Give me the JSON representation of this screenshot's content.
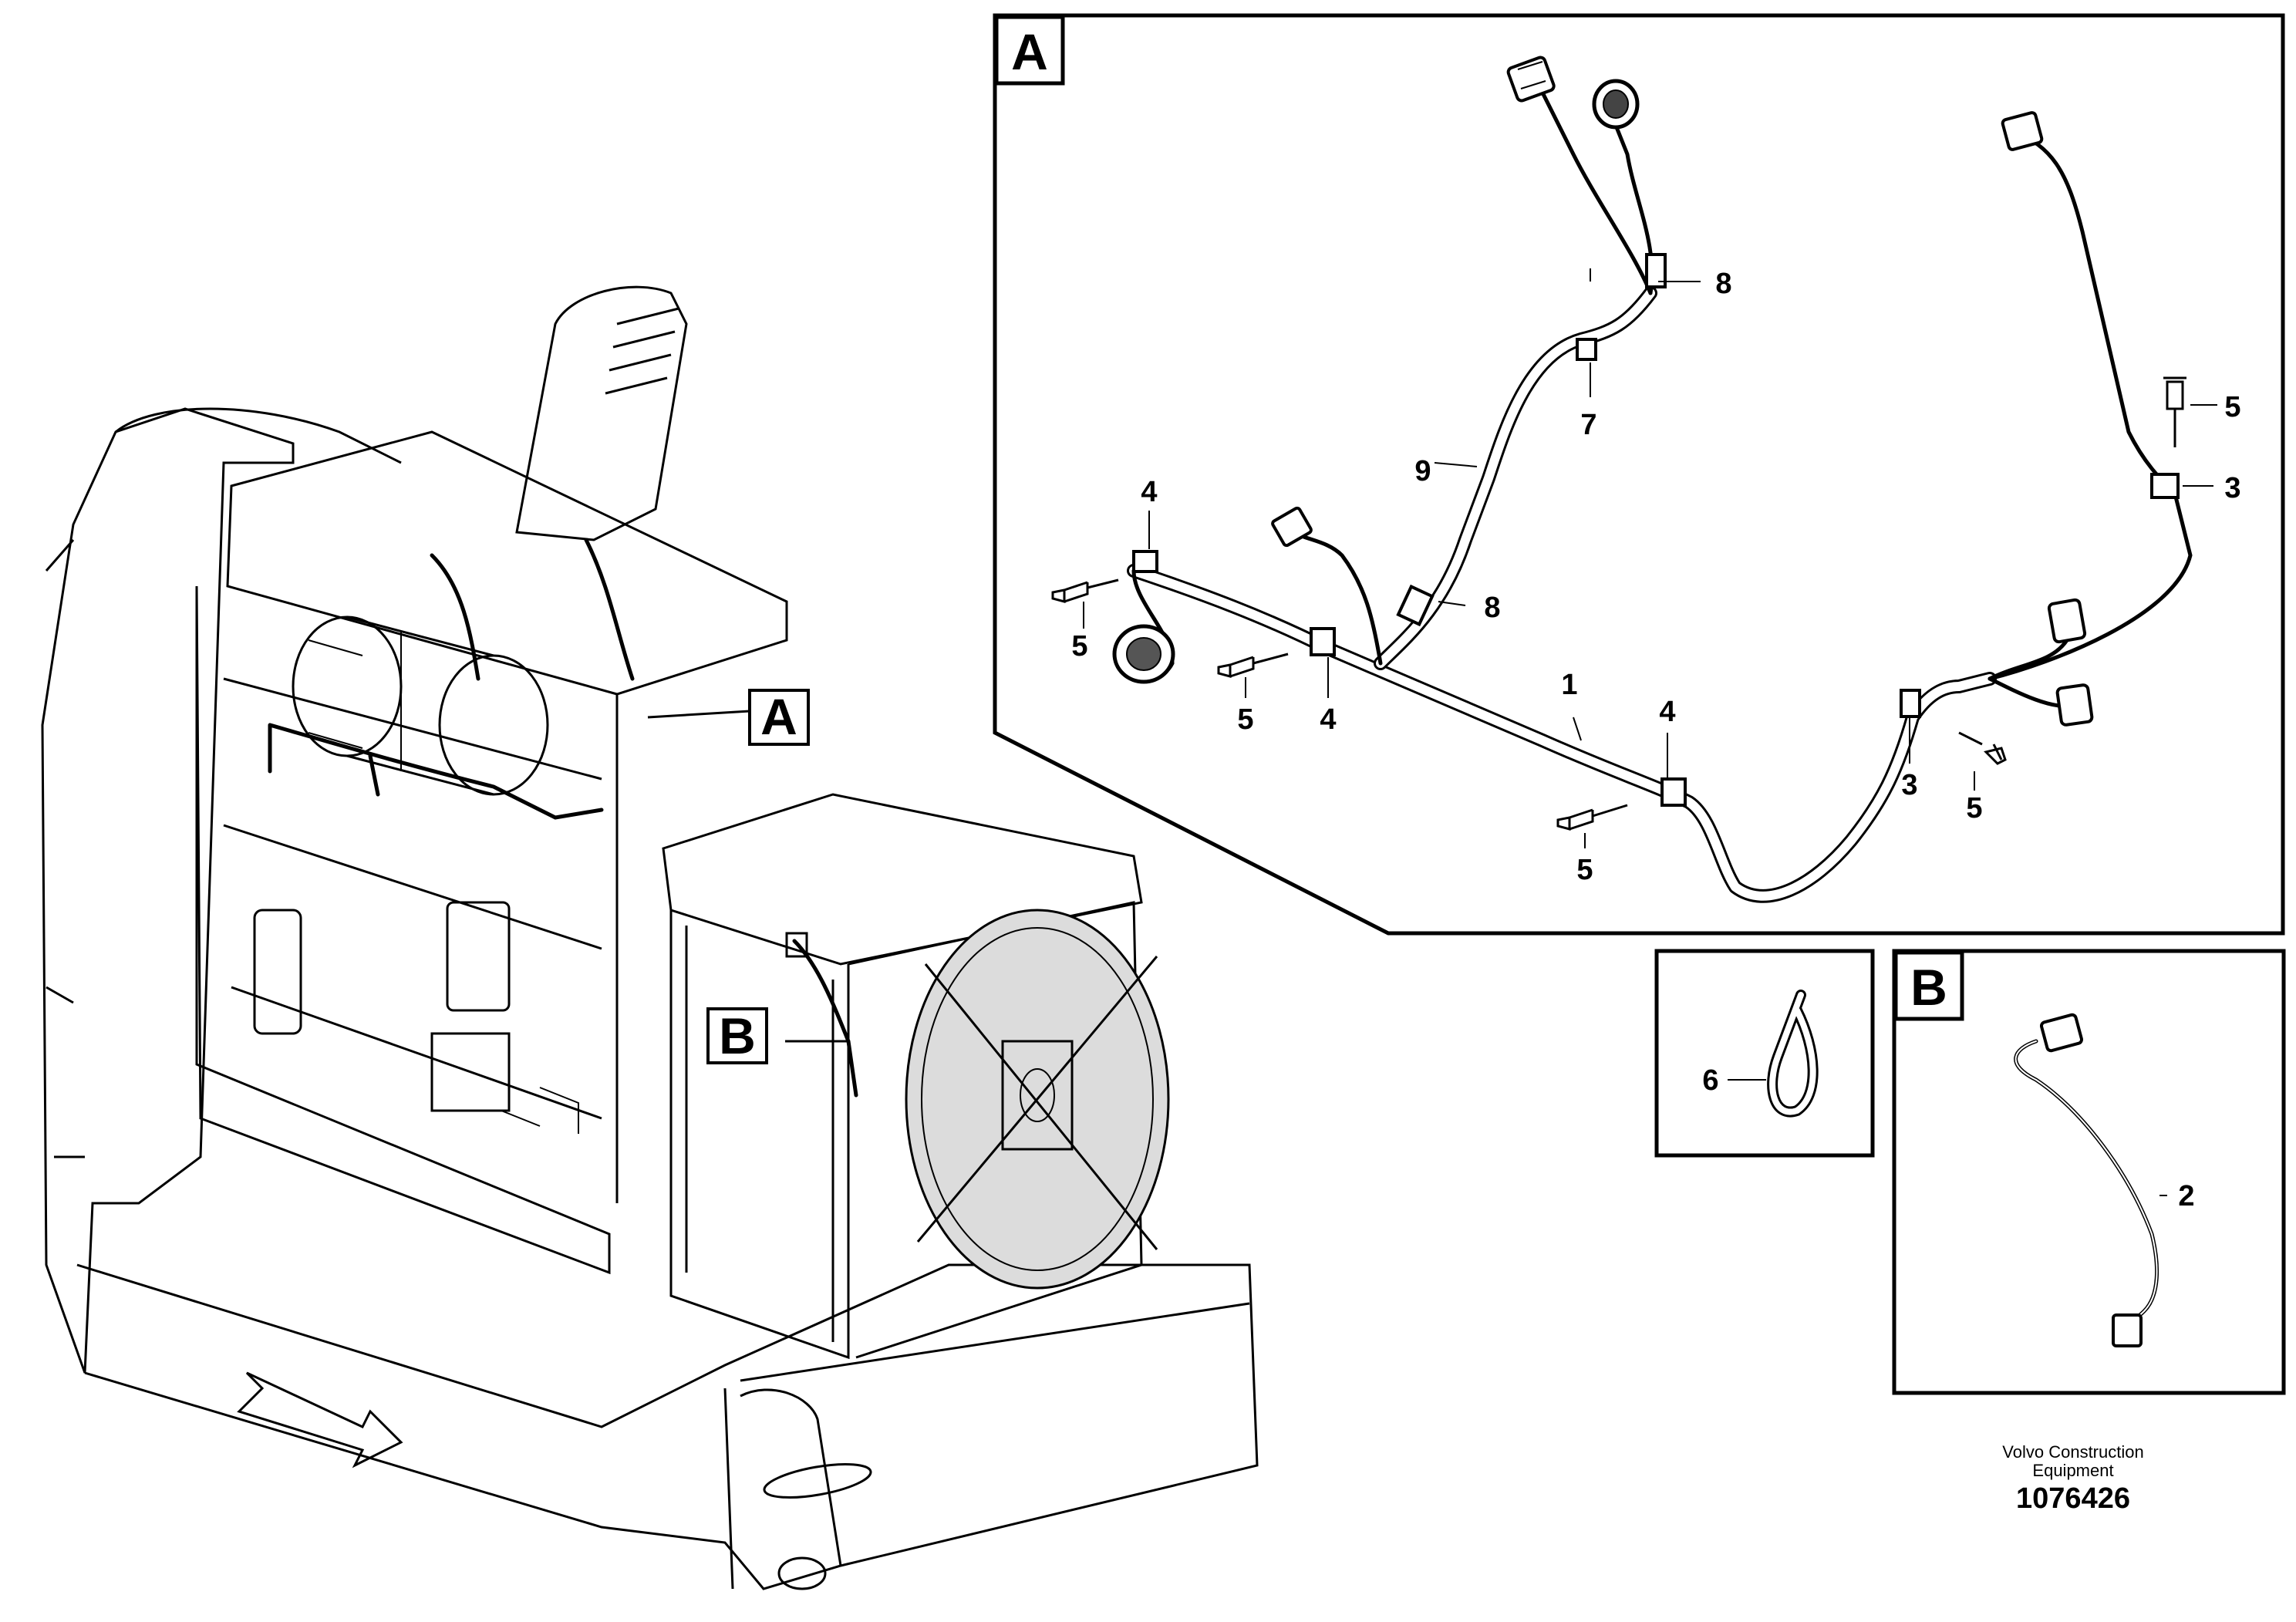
{
  "callouts": {
    "main_a": "A",
    "main_b": "B",
    "detail_a": "A",
    "detail_b": "B"
  },
  "detail_a_labels": {
    "l1": "1",
    "l3a": "3",
    "l3b": "3",
    "l4a": "4",
    "l4b": "4",
    "l4c": "4",
    "l5a": "5",
    "l5b": "5",
    "l5c": "5",
    "l5d": "5",
    "l5e": "5",
    "l7": "7",
    "l8a": "8",
    "l8b": "8",
    "l9": "9"
  },
  "detail_6_label": "6",
  "detail_b_labels": {
    "l2": "2"
  },
  "footer": {
    "company_line1": "Volvo Construction",
    "company_line2": "Equipment",
    "drawing_number": "1076426"
  }
}
